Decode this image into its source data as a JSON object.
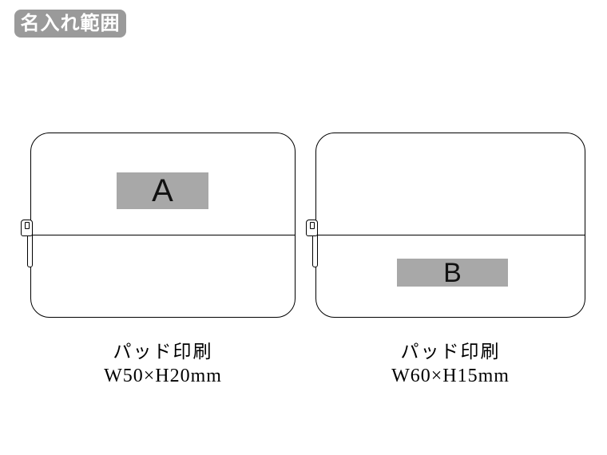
{
  "badge": {
    "label": "名入れ範囲"
  },
  "products": [
    {
      "name": "pouch-front",
      "area_label": "A",
      "method": "パッド印刷",
      "size": "W50×H20mm"
    },
    {
      "name": "pouch-bottom",
      "area_label": "B",
      "method": "パッド印刷",
      "size": "W60×H15mm"
    }
  ],
  "icons": {
    "zipper_pull": "zipper-pull-icon"
  },
  "colors": {
    "print_area_gray": "#a8a8a8",
    "badge_gray": "#9a9a9a",
    "outline_black": "#000000",
    "text_white": "#ffffff"
  }
}
